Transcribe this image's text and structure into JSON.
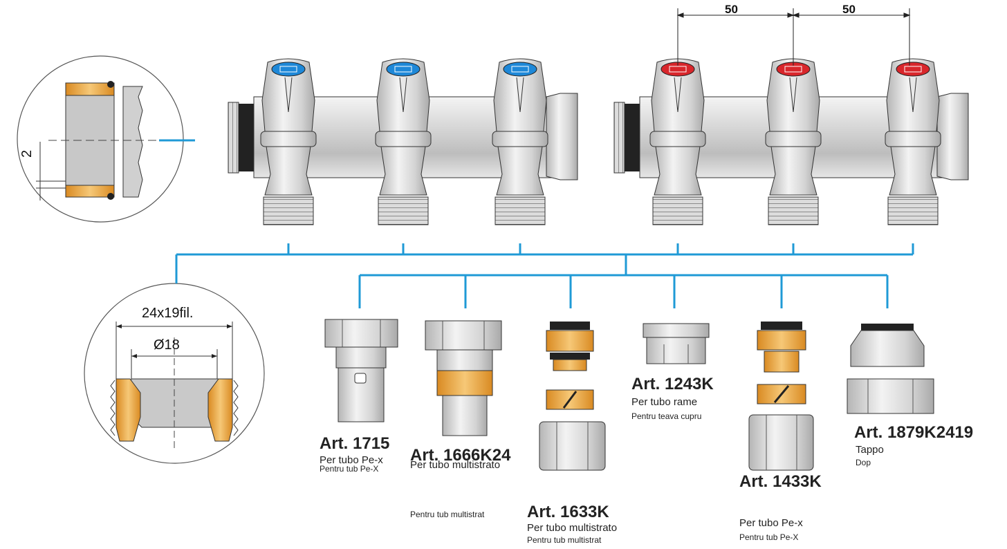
{
  "colors": {
    "connector_blue": "#1f9ad6",
    "cold_cap": "#1e88d8",
    "hot_cap": "#d8262b",
    "brass": "#f0a640",
    "chrome": "#c9c9c9"
  },
  "dimensions": {
    "spacing_1": "50",
    "spacing_2": "50",
    "thread_depth": "2",
    "thread_size": "24x19fil.",
    "inner_diameter": "Ø18"
  },
  "products": [
    {
      "art": "Art. 1715",
      "line1": "Per tubo Pe-x",
      "line2": "Pentru tub Pe-X"
    },
    {
      "art": "Art. 1666K24",
      "line1": "Per tubo multistrato",
      "line2": "Pentru tub multistrat"
    },
    {
      "art": "Art. 1633K",
      "line1": "Per tubo multistrato",
      "line2": "Pentru tub multistrat"
    },
    {
      "art": "Art. 1243K",
      "line1": "Per tubo rame",
      "line2": "Pentru teava cupru"
    },
    {
      "art": "Art. 1433K",
      "line1": "Per tubo Pe-x",
      "line2": "Pentru tub Pe-X"
    },
    {
      "art": "Art. 1879K2419",
      "line1": "Tappo",
      "line2": "Dop"
    }
  ]
}
